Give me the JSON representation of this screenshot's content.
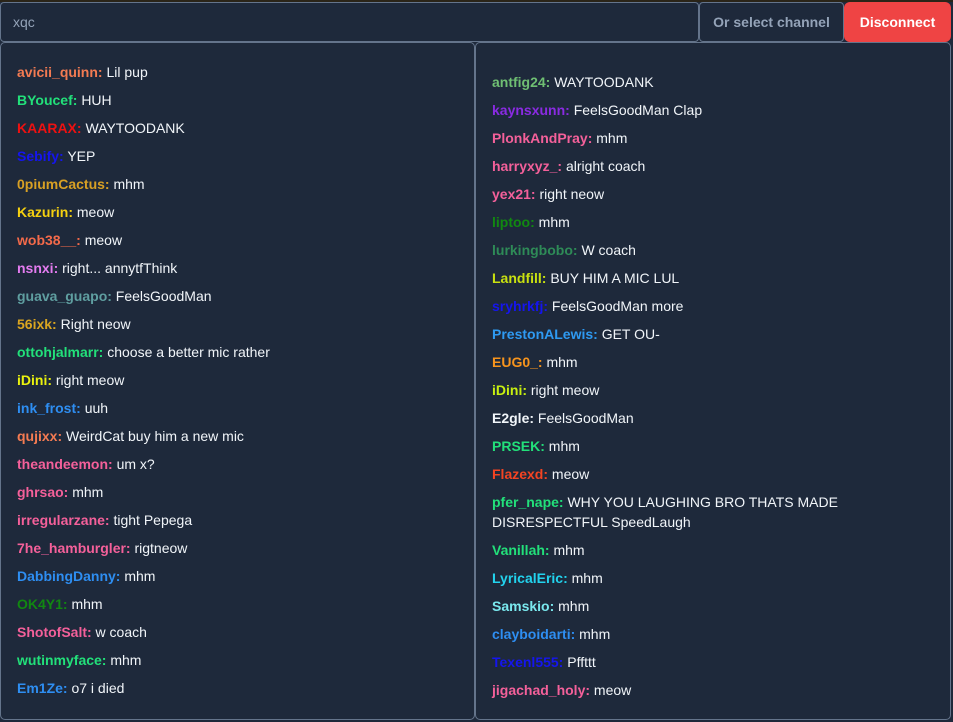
{
  "topbar": {
    "channel_value": "xqc",
    "select_label": "Or select channel",
    "disconnect_label": "Disconnect",
    "disconnect_color": "#ef4444"
  },
  "left_panel": {
    "messages": [
      {
        "user": "",
        "text": "",
        "color": "#f472b6"
      },
      {
        "user": "avicii_quinn:",
        "text": "Lil pup",
        "color": "#f47b52"
      },
      {
        "user": "BYoucef:",
        "text": "HUH",
        "color": "#22e07a"
      },
      {
        "user": "KAARAX:",
        "text": "WAYTOODANK",
        "color": "#ee1111"
      },
      {
        "user": "Sebify:",
        "text": "YEP",
        "color": "#1515ee"
      },
      {
        "user": "0piumCactus:",
        "text": "mhm",
        "color": "#d8a024"
      },
      {
        "user": "Kazurin:",
        "text": "meow",
        "color": "#f5d010"
      },
      {
        "user": "wob38__:",
        "text": "meow",
        "color": "#f46a4a"
      },
      {
        "user": "nsnxi:",
        "text": "right... annytfThink",
        "color": "#e47cf0"
      },
      {
        "user": "guava_guapo:",
        "text": "FeelsGoodMan",
        "color": "#5f9ea0"
      },
      {
        "user": "56ixk:",
        "text": "Right neow",
        "color": "#daa520"
      },
      {
        "user": "ottohjalmarr:",
        "text": "choose a better mic rather",
        "color": "#22e07a"
      },
      {
        "user": "iDini:",
        "text": "right meow",
        "color": "#eaf20e"
      },
      {
        "user": "ink_frost:",
        "text": "uuh",
        "color": "#2e8ef2"
      },
      {
        "user": "qujixx:",
        "text": "WeirdCat buy him a new mic",
        "color": "#f47b52"
      },
      {
        "user": "theandeemon:",
        "text": "um x?",
        "color": "#f4609a"
      },
      {
        "user": "ghrsao:",
        "text": "mhm",
        "color": "#f4609a"
      },
      {
        "user": "irregularzane:",
        "text": "tight Pepega",
        "color": "#f4609a"
      },
      {
        "user": "7he_hamburgler:",
        "text": "rigtneow",
        "color": "#f4609a"
      },
      {
        "user": "DabbingDanny:",
        "text": "mhm",
        "color": "#2e8ef2"
      },
      {
        "user": "OK4Y1:",
        "text": "mhm",
        "color": "#118811"
      },
      {
        "user": "ShotofSalt:",
        "text": "w coach",
        "color": "#f4609a"
      },
      {
        "user": "wutinmyface:",
        "text": "mhm",
        "color": "#22e07a"
      },
      {
        "user": "Em1Ze:",
        "text": "o7 i died",
        "color": "#2e8ef2"
      }
    ]
  },
  "right_panel": {
    "messages": [
      {
        "user": "antfig24:",
        "text": "WAYTOODANK",
        "color": "#6fbf73"
      },
      {
        "user": "kaynsxunn:",
        "text": "FeelsGoodMan Clap",
        "color": "#8a2be2"
      },
      {
        "user": "PlonkAndPray:",
        "text": "mhm",
        "color": "#f4609a"
      },
      {
        "user": "harryxyz_:",
        "text": "alright coach",
        "color": "#f4609a"
      },
      {
        "user": "yex21:",
        "text": "right neow",
        "color": "#f4609a"
      },
      {
        "user": "liptoo:",
        "text": "mhm",
        "color": "#118811"
      },
      {
        "user": "lurkingbobo:",
        "text": "W coach",
        "color": "#2e8b57"
      },
      {
        "user": "Landfill:",
        "text": "BUY HIM A MIC LUL",
        "color": "#c8e010"
      },
      {
        "user": "sryhrkfj:",
        "text": "FeelsGoodMan more",
        "color": "#1515ee"
      },
      {
        "user": "PrestonALewis:",
        "text": "GET OU-",
        "color": "#2e9af2"
      },
      {
        "user": "EUG0_:",
        "text": "mhm",
        "color": "#f7941d"
      },
      {
        "user": "iDini:",
        "text": "right meow",
        "color": "#c8f010"
      },
      {
        "user": "E2gle:",
        "text": "FeelsGoodMan",
        "color": "#f1f5f9"
      },
      {
        "user": "PRSEK:",
        "text": "mhm",
        "color": "#22e07a"
      },
      {
        "user": "Flazexd:",
        "text": "meow",
        "color": "#f44422"
      },
      {
        "user": "pfer_nape:",
        "text": "WHY YOU LAUGHING BRO THATS MADE DISRESPECTFUL SpeedLaugh",
        "color": "#22e07a"
      },
      {
        "user": "Vanillah:",
        "text": "mhm",
        "color": "#22e07a"
      },
      {
        "user": "LyricalEric:",
        "text": "mhm",
        "color": "#22d3ee"
      },
      {
        "user": "Samskio:",
        "text": "mhm",
        "color": "#7ae8ee"
      },
      {
        "user": "clayboidarti:",
        "text": "mhm",
        "color": "#2e8ef2"
      },
      {
        "user": "Texenl555:",
        "text": "Pffttt",
        "color": "#1515ee"
      },
      {
        "user": "jigachad_holy:",
        "text": "meow",
        "color": "#f4609a"
      }
    ]
  }
}
